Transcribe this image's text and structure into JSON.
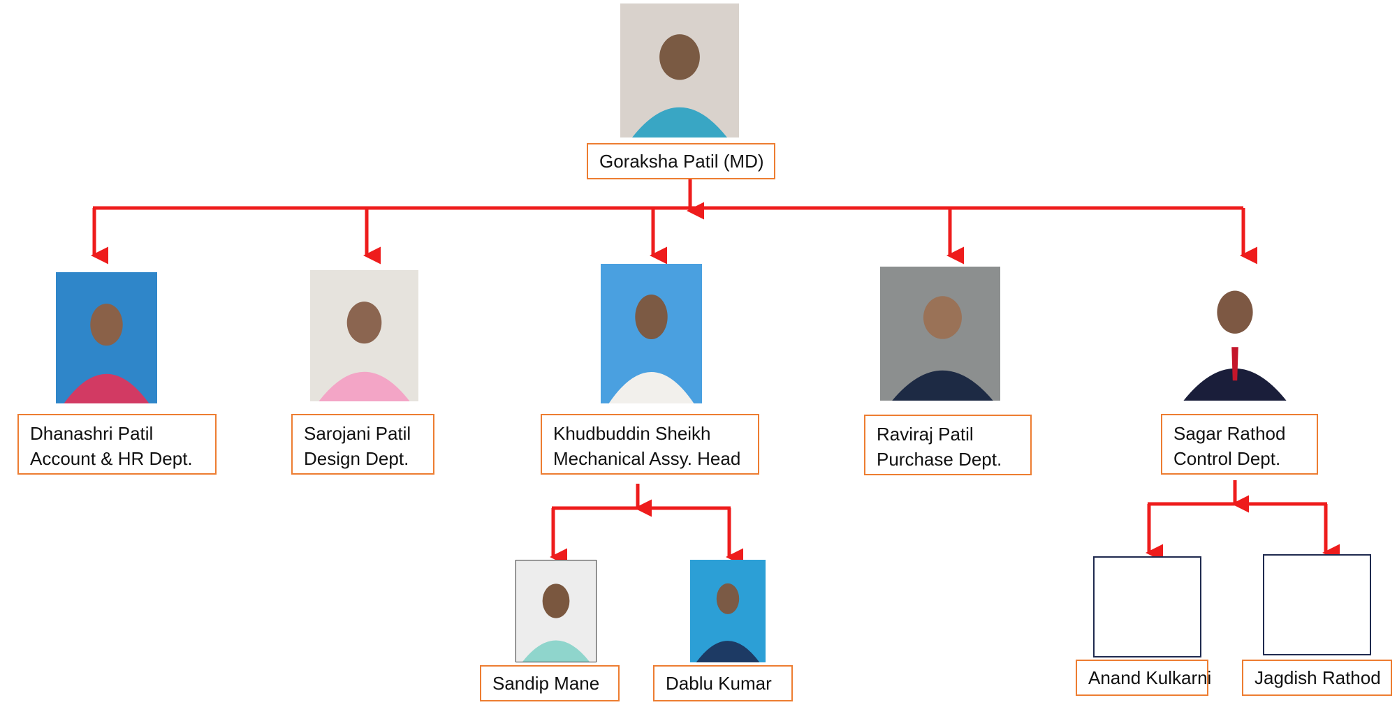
{
  "colors": {
    "connector": "#ee1c1c",
    "label_border": "#ed7d31",
    "placeholder_border": "#1f2a4f"
  },
  "nodes": {
    "md": {
      "name": "Goraksha Patil (MD)",
      "photo": "portrait-photo-icon"
    },
    "dhanashri": {
      "name": "Dhanashri Patil",
      "role": "Account & HR Dept.",
      "photo": "portrait-photo-icon"
    },
    "sarojani": {
      "name": "Sarojani Patil",
      "role": "Design Dept.",
      "photo": "portrait-photo-icon"
    },
    "khudbuddin": {
      "name": "Khudbuddin Sheikh",
      "role": "Mechanical Assy. Head",
      "photo": "portrait-photo-icon"
    },
    "raviraj": {
      "name": "Raviraj Patil",
      "role": "Purchase Dept.",
      "photo": "portrait-photo-icon"
    },
    "sagar": {
      "name": "Sagar Rathod",
      "role": "Control Dept.",
      "photo": "portrait-photo-icon"
    },
    "sandip": {
      "name": "Sandip Mane",
      "photo": "portrait-photo-icon"
    },
    "dablu": {
      "name": "Dablu Kumar",
      "photo": "portrait-photo-icon"
    },
    "anand": {
      "name": "Anand Kulkarni",
      "photo": "empty-photo-placeholder"
    },
    "jagdish": {
      "name": "Jagdish Rathod",
      "photo": "empty-photo-placeholder"
    }
  }
}
